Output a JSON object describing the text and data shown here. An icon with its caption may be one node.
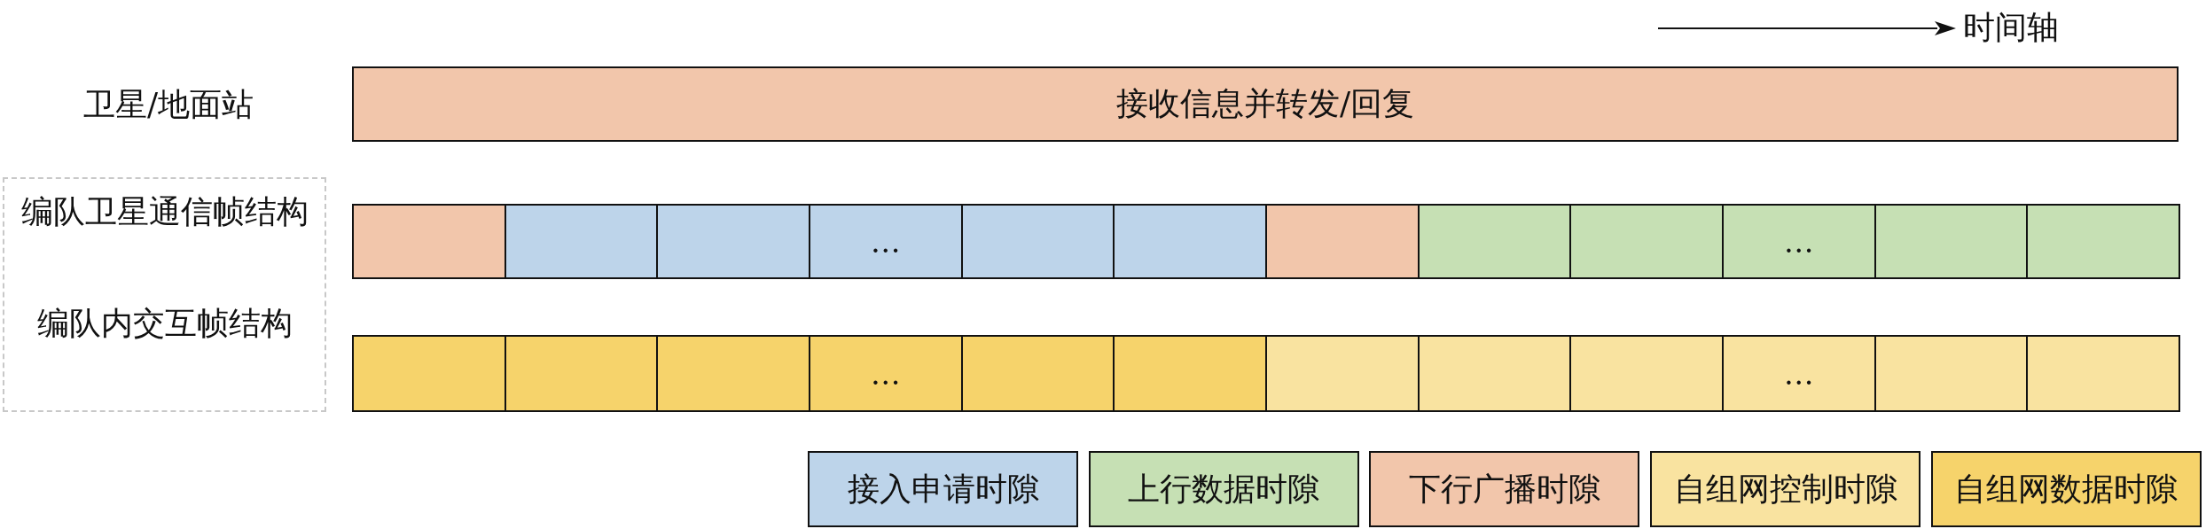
{
  "diagram": {
    "nodes": [
      {
        "text": [
          "接收信息并转发/回复"
        ]
      },
      {
        "text": [
          "编队卫星通信帧结构",
          "编队内交互帧结构"
        ]
      },
      {
        "text": [],
        "shape": "box"
      },
      {
        "text": [],
        "shape": "box"
      },
      {
        "text": [],
        "shape": "box"
      },
      {
        "text": [
          "…"
        ]
      },
      {
        "text": [],
        "shape": "box"
      },
      {
        "text": [],
        "shape": "box"
      },
      {
        "text": [],
        "shape": "box"
      },
      {
        "text": [],
        "shape": "box"
      },
      {
        "text": [],
        "shape": "box"
      },
      {
        "text": [
          "…"
        ]
      },
      {
        "text": [],
        "shape": "box"
      },
      {
        "text": [],
        "shape": "box"
      },
      {
        "text": [],
        "shape": "box"
      },
      {
        "text": [],
        "shape": "box"
      },
      {
        "text": [],
        "shape": "box"
      },
      {
        "text": [
          "…"
        ]
      },
      {
        "text": [],
        "shape": "box"
      },
      {
        "text": [],
        "shape": "box"
      },
      {
        "text": [],
        "shape": "box"
      },
      {
        "text": [],
        "shape": "box"
      },
      {
        "text": [],
        "shape": "box"
      },
      {
        "text": [
          "…"
        ]
      },
      {
        "text": [],
        "shape": "box"
      },
      {
        "text": [],
        "shape": "box"
      }
    ],
    "edges": [],
    "labels": [
      "时间轴",
      "卫星/地面站"
    ],
    "legend": [
      {
        "text": "接入申请时隙",
        "color": "#bdd4ea"
      },
      {
        "text": "上行数据时隙",
        "color": "#c6e0b4"
      },
      {
        "text": "下行广播时隙",
        "color": "#f2c6ab"
      },
      {
        "text": "自组网控制时隙",
        "color": "#f9e3a0"
      },
      {
        "text": "自组网数据时隙",
        "color": "#f6d36b"
      }
    ]
  }
}
